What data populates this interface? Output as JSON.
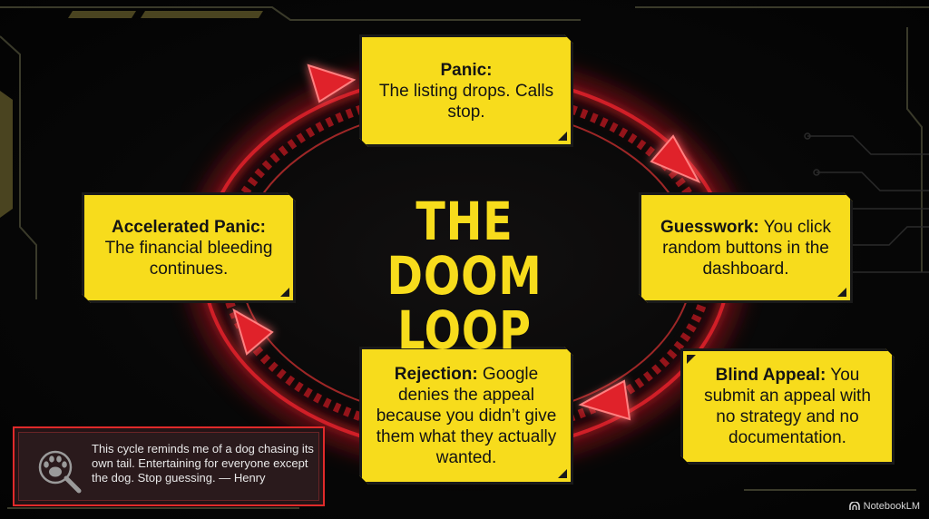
{
  "title": {
    "line1": "THE DOOM",
    "line2": "LOOP"
  },
  "steps": [
    {
      "label": "Panic:",
      "text": "The listing drops. Calls stop."
    },
    {
      "label": "Guesswork:",
      "text": " You click random buttons in the dashboard."
    },
    {
      "label": "Blind Appeal:",
      "text": " You submit an appeal with no strategy and no documentation."
    },
    {
      "label": "Rejection:",
      "text": " Google denies the appeal because you didn’t give them what they actually wanted."
    },
    {
      "label": "Accelerated Panic:",
      "text": "The financial bleeding continues."
    }
  ],
  "quote": {
    "text": "This cycle reminds me of a dog chasing its own tail. Entertaining for everyone except the dog. Stop guessing. — Henry",
    "icon": "paw-magnifier-icon"
  },
  "brand": "NotebookLM",
  "colors": {
    "card": "#f7dc1c",
    "arrow": "#e0202a",
    "title": "#f7dc1c",
    "background": "#050505"
  }
}
